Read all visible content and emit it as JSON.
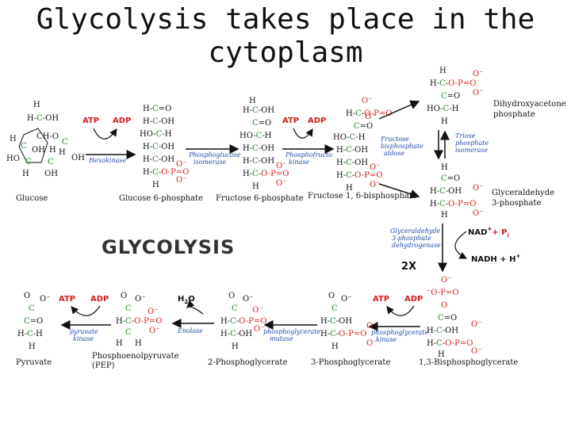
{
  "title": {
    "line1": "Glycolysis takes place in the",
    "line2": "cytoplasm"
  },
  "diagram_title": "GLYCOLYSIS",
  "multiplier": "2X",
  "colors": {
    "carbon": "#1f8a1f",
    "phosphate": "#d41f1f",
    "enzyme": "#1f4aa8",
    "text": "#111111"
  },
  "compounds": {
    "glucose": "Glucose",
    "g6p": "Glucose 6-phosphate",
    "f6p": "Fructose 6-phosphate",
    "f16bp": "Fructose 1, 6-bisphosphate",
    "dhap_1": "Dihydroxyacetone",
    "dhap_2": "phosphate",
    "g3p_1": "Glyceraldehyde",
    "g3p_2": "3-phosphate",
    "bpg13": "1,3-Bisphosphoglycerate",
    "pg3": "3-Phosphoglycerate",
    "pg2": "2-Phosphoglycerate",
    "pep_1": "Phosphoenolpyruvate",
    "pep_2": "(PEP)",
    "pyruvate": "Pyruvate"
  },
  "enzymes": {
    "hexokinase": "Hexokinase",
    "pgi_1": "Phosphoglucose",
    "pgi_2": "isomerase",
    "pfk_1": "Phosphofructo",
    "pfk_2": "kinase",
    "aldolase_1": "Fructose",
    "aldolase_2": "bisphosphate",
    "aldolase_3": "aldose",
    "tpi_1": "Triose",
    "tpi_2": "phosphate",
    "tpi_3": "isomerase",
    "gapdh_1": "Glyceraldehyde",
    "gapdh_2": "3-phosphate",
    "gapdh_3": "dehydrogenase",
    "pgk_1": "phosphoglycerate",
    "pgk_2": "kinase",
    "pgm_1": "phosphoglycerate",
    "pgm_2": "mutase",
    "enolase": "Enolase",
    "pk_1": "pyruvate",
    "pk_2": "kinase"
  },
  "cofactors": {
    "atp": "ATP",
    "adp": "ADP",
    "nad": "NAD",
    "nad_sup": "+",
    "pi": "+ P",
    "pi_sub": "i",
    "nadh": "NADH + H",
    "nadh_sup": "+",
    "water": "H",
    "water_2": "2",
    "water_3": "O"
  }
}
